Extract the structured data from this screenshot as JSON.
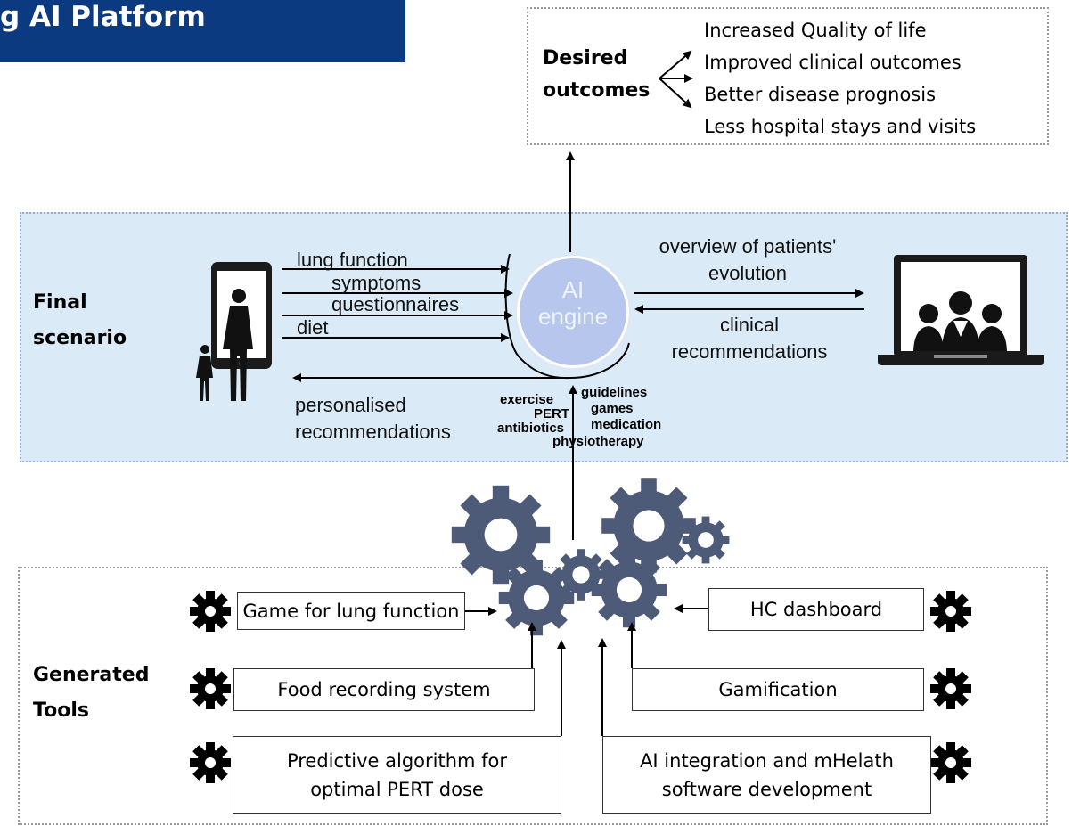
{
  "title": "g AI Platform",
  "desired_outcomes": {
    "label_line1": "Desired",
    "label_line2": "outcomes",
    "items": [
      "Increased Quality of life",
      "Improved clinical outcomes",
      "Better disease prognosis",
      "Less hospital stays and visits"
    ]
  },
  "final_scenario": {
    "label_line1": "Final",
    "label_line2": "scenario",
    "inputs": [
      "lung function",
      "symptoms",
      "questionnaires",
      "diet"
    ],
    "output_to_patient_line1": "personalised",
    "output_to_patient_line2": "recommendations",
    "ai_engine_line1": "AI",
    "ai_engine_line2": "engine",
    "to_clinicians_line1": "overview of patients'",
    "to_clinicians_line2": "evolution",
    "from_clinicians_line1": "clinical",
    "from_clinicians_line2": "recommendations",
    "tags": {
      "exercise": "exercise",
      "pert": "PERT",
      "antibiotics": "antibiotics",
      "guidelines": "guidelines",
      "games": "games",
      "medication": "medication",
      "physiotherapy": "physiotherapy"
    }
  },
  "generated_tools": {
    "label_line1": "Generated",
    "label_line2": "Tools",
    "game_lung": "Game for lung function",
    "food_recording": "Food recording system",
    "predictive_line1": "Predictive algorithm for",
    "predictive_line2": "optimal PERT dose",
    "hc_dashboard": "HC dashboard",
    "gamification": "Gamification",
    "ai_integration_line1": "AI integration and mHelath",
    "ai_integration_line2": "software development"
  },
  "colors": {
    "title_bg": "#0b3a80",
    "scenario_bg": "#daeaf7",
    "gear": "#4d5b78",
    "ai_circle": "#b6c6ec"
  }
}
